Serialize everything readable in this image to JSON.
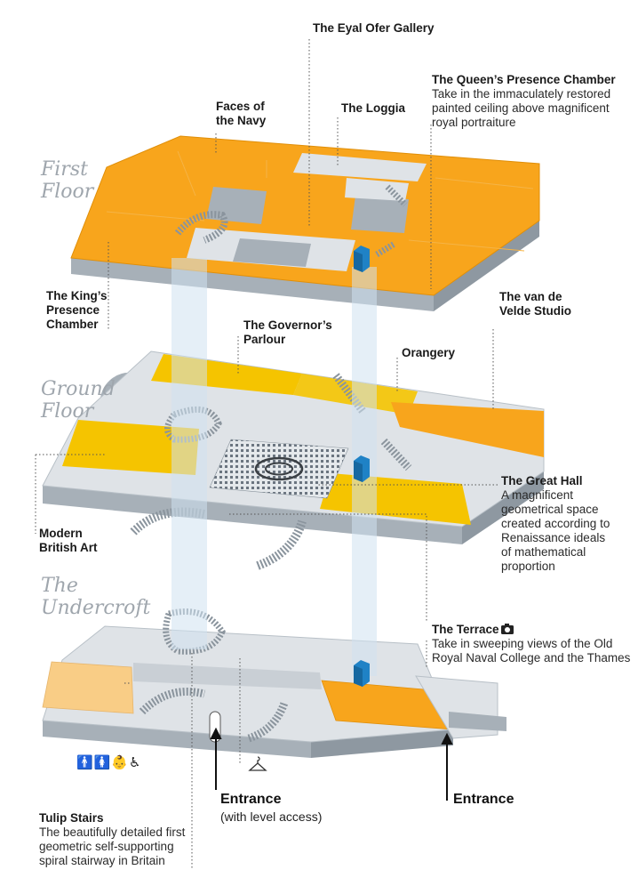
{
  "colors": {
    "first_floor": "#f8a51c",
    "ground_floor": "#f5c400",
    "ground_orange": "#f8a51c",
    "undercroft": "#f9cd86",
    "slab_top": "#dfe3e7",
    "slab_side": "#a7b0b8",
    "lift": "#1f82c6",
    "column": "#cfe2f1"
  },
  "floors": {
    "first": "First\nFloor",
    "ground": "Ground\nFloor",
    "undercroft": "The\nUndercroft"
  },
  "labels": {
    "eyal_ofer": {
      "title": "The Eyal Ofer Gallery"
    },
    "faces_navy": {
      "title": "Faces of\nthe Navy"
    },
    "loggia": {
      "title": "The Loggia"
    },
    "queens": {
      "title": "The Queen’s Presence Chamber",
      "desc": "Take in the immaculately restored\npainted ceiling above magnificent\nroyal portraiture"
    },
    "kings": {
      "title": "The King’s\nPresence\nChamber"
    },
    "van_de_velde": {
      "title": "The van de\nVelde Studio"
    },
    "governors": {
      "title": "The Governor’s\nParlour"
    },
    "orangery": {
      "title": "Orangery"
    },
    "great_hall": {
      "title": "The Great Hall",
      "desc": "A magnificent\ngeometrical space\ncreated according to\nRenaissance ideals\nof mathematical\nproportion"
    },
    "modern_british": {
      "title": "Modern\nBritish Art"
    },
    "terrace": {
      "title": "The Terrace",
      "desc": "Take in sweeping views of the Old\nRoyal Naval College and the Thames"
    },
    "tulip": {
      "title": "Tulip Stairs",
      "desc": "The beautifully detailed first\ngeometric self-supporting\nspiral stairway in Britain"
    }
  },
  "entrances": {
    "main": "Entrance",
    "main_sub": "(with level access)",
    "east": "Entrance"
  },
  "icons": {
    "camera": "camera-icon",
    "facilities": "toilets-baby-change-accessible-icons",
    "cloakroom": "coat-hanger-icon"
  }
}
